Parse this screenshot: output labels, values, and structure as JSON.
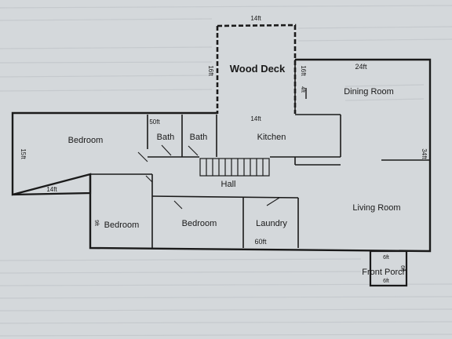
{
  "plan": {
    "rooms": {
      "wood_deck": "Wood Deck",
      "dining_room": "Dining Room",
      "bedroom_left": "Bedroom",
      "bath_1": "Bath",
      "bath_2": "Bath",
      "kitchen": "Kitchen",
      "hall": "Hall",
      "living_room": "Living Room",
      "bedroom_small": "Bedroom",
      "bedroom_middle": "Bedroom",
      "laundry": "Laundry",
      "front_porch": "Front Porch"
    },
    "dimensions": {
      "deck_width": "14ft",
      "deck_left_depth": "16ft",
      "deck_right_depth": "16ft",
      "deck_small": "4ft",
      "dining_width": "24ft",
      "bath_width": "50ft",
      "kitchen_width": "14ft",
      "right_depth": "34ft",
      "left_depth": "15ft",
      "bedroom_width": "14ft",
      "small_bedroom": "9ft",
      "front_width": "60ft",
      "porch_top": "6ft",
      "porch_bottom": "6ft",
      "porch_side": "6ft"
    },
    "colors": {
      "paper": "#d2d6d9",
      "wall": "#1a1a1a"
    }
  }
}
